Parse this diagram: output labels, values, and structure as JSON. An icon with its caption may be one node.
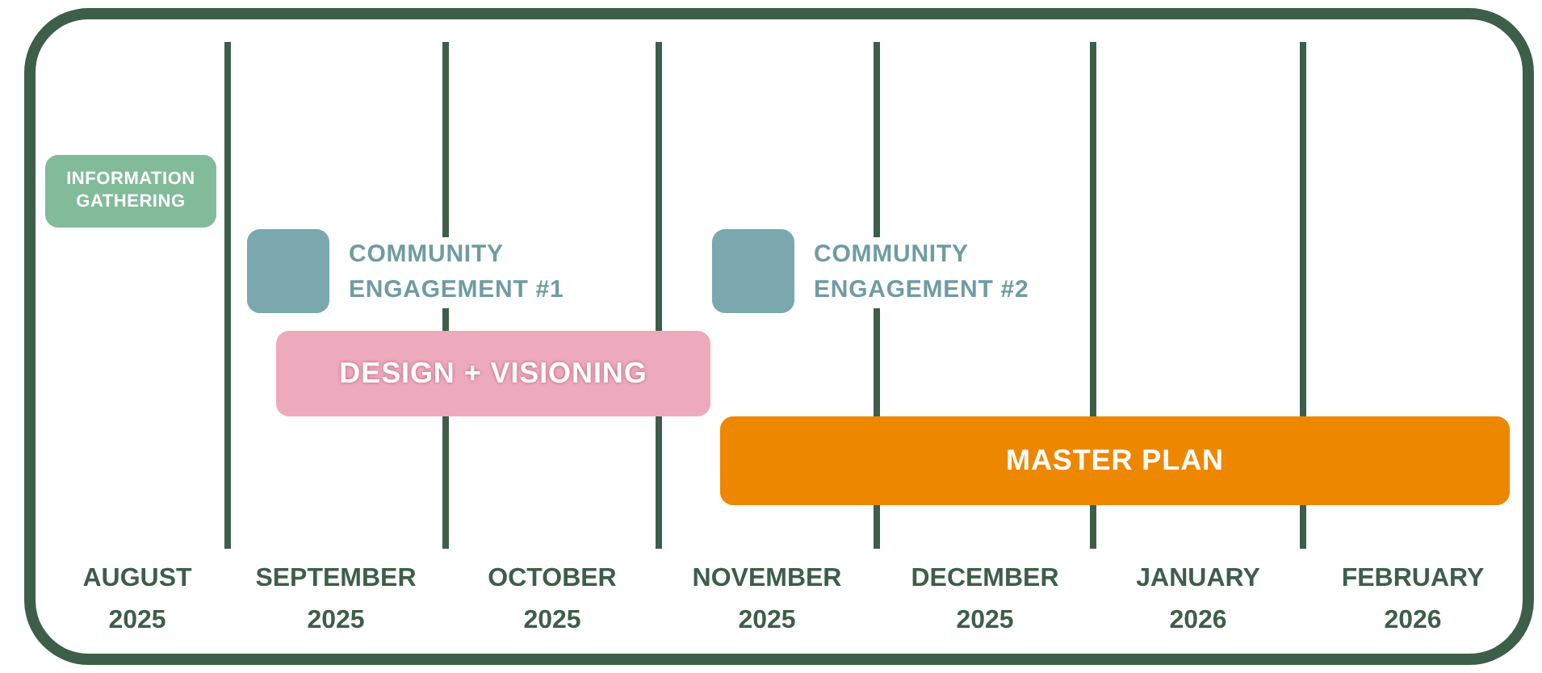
{
  "diagram": {
    "nodes": [
      {
        "text": [
          "INFORMATION GATHERING"
        ]
      },
      {
        "text": [],
        "shape": "box",
        "beside": [
          "COMMUNITY ENGAGEMENT #1"
        ]
      },
      {
        "text": [
          "DESIGN + VISIONING"
        ]
      },
      {
        "text": [],
        "shape": "box",
        "beside": [
          "COMMUNITY ENGAGEMENT #2"
        ]
      },
      {
        "text": [
          "MASTER PLAN"
        ]
      }
    ],
    "labels": [
      "AUGUST 2025",
      "SEPTEMBER 2025",
      "OCTOBER 2025",
      "NOVEMBER 2025",
      "DECEMBER 2025",
      "JANUARY 2026",
      "FEBRUARY 2026"
    ]
  }
}
